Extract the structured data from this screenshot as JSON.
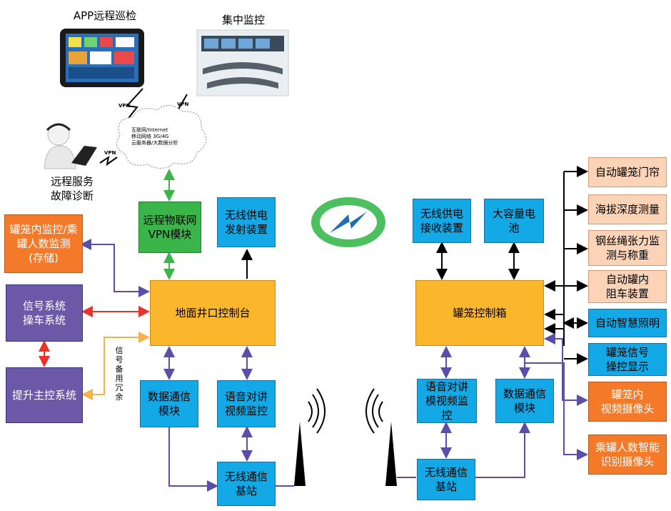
{
  "colors": {
    "blue_box": "#12a9e6",
    "orange_box": "#f47a2a",
    "purple_box": "#6b59a8",
    "green_box": "#3bb54a",
    "yellow_box": "#fbb72b",
    "peach_box": "#fbd3b7",
    "arrow_purple": "#5a4ea8",
    "arrow_red": "#e8322a",
    "arrow_green": "#3bb54a",
    "arrow_orange": "#f5b24a",
    "arrow_black": "#000000"
  },
  "top": {
    "app_label": "APP远程巡检",
    "center_label": "集中监控",
    "service_label": "远程服务\n故障诊断"
  },
  "cloud": {
    "text": "互联网/Internet\n移动网络 3G/4G\n云服务器/大数据分析",
    "vpn": "VPN"
  },
  "left": {
    "cage_monitor": "罐笼内监控/乘\n罐人数监测\n(存储)",
    "signal": "信号系统\n操车系统",
    "hoist": "提升主控系统",
    "vpn_module": "远程物联网\nVPN模块",
    "wireless_tx": "无线供电\n发射装置",
    "ground_console": "地面井口控制台",
    "backup_label": "信\n号\n备\n用\n冗\n余",
    "data_comm_left": "数据通信\n模块",
    "voice_left": "语音对讲\n视频监控",
    "base_left": "无线通信\n基站"
  },
  "right": {
    "wireless_rx": "无线供电\n接收装置",
    "battery": "大容量电池",
    "cage_box": "罐笼控制箱",
    "voice_right": "语音对讲\n模视频监控",
    "data_comm_right": "数据通信\n模块",
    "base_right": "无线通信\n基站",
    "side": [
      "自动罐笼门帘",
      "海拔深度测量",
      "钢丝绳张力监\n测与称重",
      "自动罐内\n阻车装置",
      "自动智慧照明",
      "罐笼信号\n操控显示",
      "罐笼内\n视频摄像头",
      "乘罐人数智能\n识别摄像头"
    ]
  },
  "icons": [
    "tablet-icon",
    "control-room-icon",
    "cloud-icon",
    "operator-icon",
    "lightning-logo-icon",
    "antenna-left-icon",
    "antenna-right-icon"
  ]
}
